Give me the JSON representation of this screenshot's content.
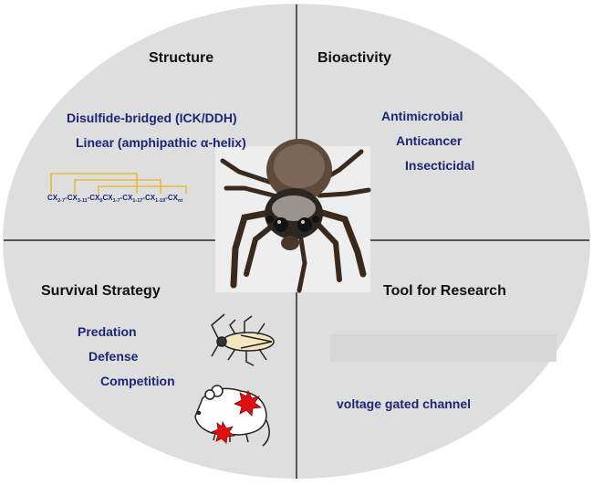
{
  "colors": {
    "background": "#ffffff",
    "oval_fill": "#dedede",
    "divider": "#555555",
    "heading_text": "#111111",
    "item_text": "#1c2674",
    "disulfide_bridge": "#e6b319",
    "hit_mark": "#e01010"
  },
  "quadrants": {
    "structure": {
      "heading": "Structure",
      "items": [
        "Disulfide-bridged (ICK/DDH)",
        "Linear (amphipathic α-helix)"
      ],
      "motif": {
        "parts": [
          {
            "t": "C"
          },
          {
            "t": "X",
            "sub": "2-7"
          },
          {
            "t": "-C"
          },
          {
            "t": "X",
            "sub": "3-11"
          },
          {
            "t": "-C"
          },
          {
            "t": "X",
            "sub": "0"
          },
          {
            "t": "C"
          },
          {
            "t": "X",
            "sub": "1-7"
          },
          {
            "t": "-C"
          },
          {
            "t": "X",
            "sub": "1-17"
          },
          {
            "t": "-C"
          },
          {
            "t": "X",
            "sub": "1-19"
          },
          {
            "t": "-C"
          },
          {
            "t": "X",
            "sub": "nt"
          }
        ]
      }
    },
    "bioactivity": {
      "heading": "Bioactivity",
      "items": [
        "Antimicrobial",
        "Anticancer",
        "Insecticidal"
      ]
    },
    "survival": {
      "heading": "Survival Strategy",
      "items": [
        "Predation",
        "Defense",
        "Competition"
      ]
    },
    "research": {
      "heading": "Tool for Research",
      "items": [
        "voltage gated channel"
      ]
    }
  },
  "icons": {
    "center": "jumping-spider-photo",
    "prey": "cockroach-icon",
    "defense": "injured-mouse-icon"
  }
}
